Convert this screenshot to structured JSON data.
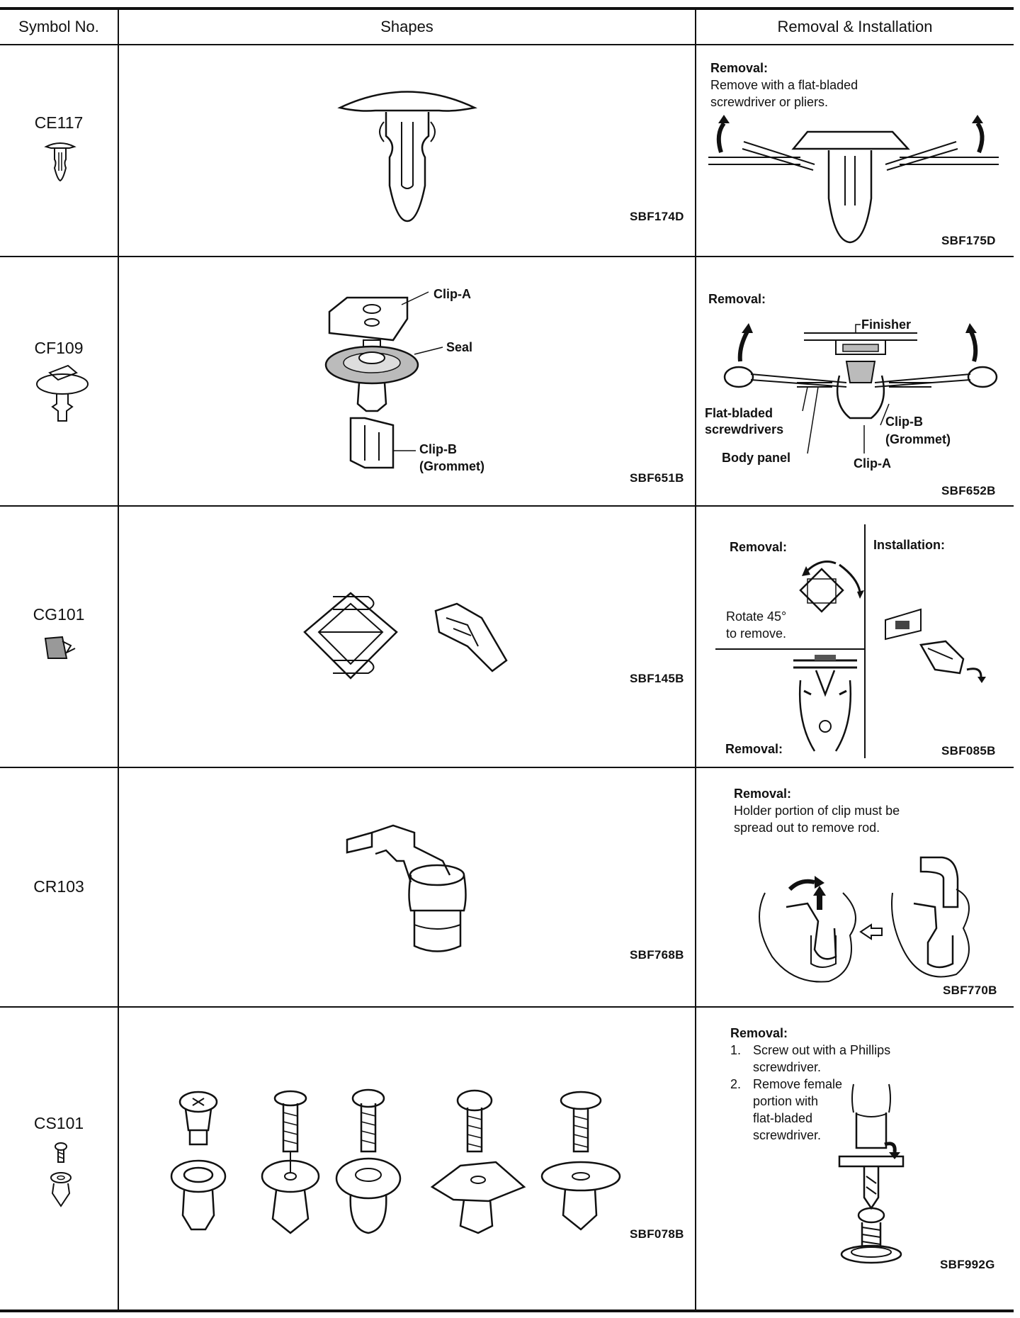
{
  "header": {
    "col_symbol": "Symbol No.",
    "col_shapes": "Shapes",
    "col_removal": "Removal & Installation"
  },
  "rows": [
    {
      "symbol": "CE117",
      "shape_code": "SBF174D",
      "removal_code": "SBF175D",
      "removal_title": "Removal:",
      "removal_text": [
        "Remove with a flat-bladed",
        "screwdriver or pliers."
      ]
    },
    {
      "symbol": "CF109",
      "shape_code": "SBF651B",
      "removal_code": "SBF652B",
      "removal_title": "Removal:",
      "shape_labels": {
        "clip_a": "Clip-A",
        "seal": "Seal",
        "clip_b": "Clip-B",
        "grommet": "(Grommet)"
      },
      "removal_labels": {
        "finisher": "Finisher",
        "flat_bladed": "Flat-bladed",
        "screwdrivers": "screwdrivers",
        "clip_b": "Clip-B",
        "grommet": "(Grommet)",
        "body_panel": "Body panel",
        "clip_a": "Clip-A"
      }
    },
    {
      "symbol": "CG101",
      "shape_code": "SBF145B",
      "removal_code": "SBF085B",
      "removal_title": "Removal:",
      "installation_title": "Installation:",
      "rotate_text": [
        "Rotate 45°",
        "to remove."
      ],
      "removal_title_2": "Removal:"
    },
    {
      "symbol": "CR103",
      "shape_code": "SBF768B",
      "removal_code": "SBF770B",
      "removal_title": "Removal:",
      "removal_text": [
        "Holder portion of clip must be",
        "spread out to remove rod."
      ]
    },
    {
      "symbol": "CS101",
      "shape_code": "SBF078B",
      "removal_code": "SBF992G",
      "removal_title": "Removal:",
      "steps": [
        {
          "num": "1.",
          "lines": [
            "Screw out with a Phillips",
            "screwdriver."
          ]
        },
        {
          "num": "2.",
          "lines": [
            "Remove female",
            "portion with",
            "flat-bladed",
            "screwdriver."
          ]
        }
      ]
    }
  ]
}
